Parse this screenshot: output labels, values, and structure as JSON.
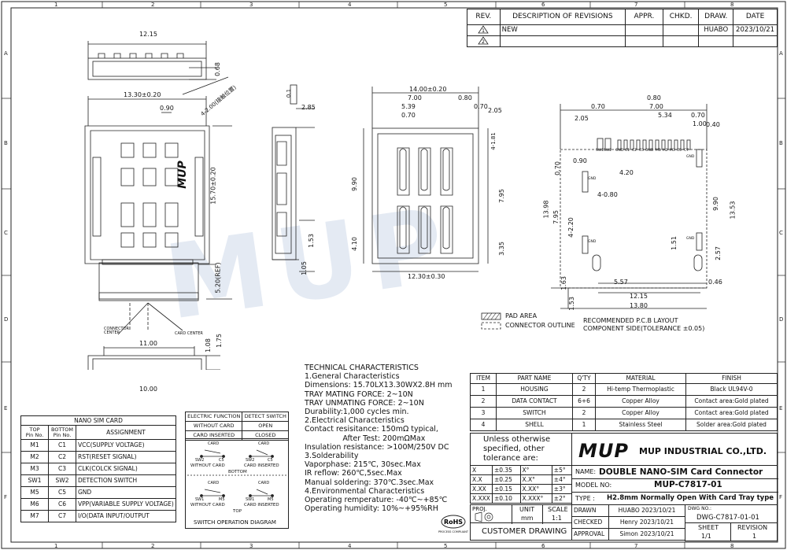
{
  "revision_table": {
    "headers": [
      "REV.",
      "DESCRIPTION OF REVISIONS",
      "APPR.",
      "CHKD.",
      "DRAW.",
      "DATE"
    ],
    "rows": [
      {
        "rev": "1",
        "description": "NEW",
        "appr": "",
        "chkd": "",
        "draw": "HUABO",
        "date": "2023/10/21"
      },
      {
        "rev": "2",
        "description": "",
        "appr": "",
        "chkd": "",
        "draw": "",
        "date": ""
      }
    ]
  },
  "zones": {
    "columns": [
      "1",
      "2",
      "3",
      "4",
      "5",
      "6",
      "7",
      "8"
    ],
    "rows": [
      "A",
      "B",
      "C",
      "D",
      "E",
      "F"
    ]
  },
  "watermark": "MUP",
  "dimensions": {
    "top_view": {
      "width": "12.15",
      "height": "0.68"
    },
    "front_view": {
      "width": "13.30±0.20",
      "pad": "0.90",
      "length": "15.70±0.20",
      "ref": "5.20(REF)",
      "pin_note": "4-2.00(接触位置)"
    },
    "side_view": {
      "flat": "0.1",
      "thick": "2.85",
      "d1": "1.53",
      "d2": "1.05"
    },
    "card_labels": {
      "connector_center": "CONNECTOR\nCENTER",
      "card_center": "CARD CENTER"
    },
    "bottom_view": {
      "w1": "11.00",
      "w2": "10.00",
      "h1": "1.08",
      "h2": "1.75"
    },
    "pad_view": {
      "top": [
        "14.00±0.20",
        "7.00",
        "5.39",
        "0.70",
        "0.80",
        "0.70",
        "2.05"
      ],
      "right": [
        "4-1.81",
        "7.95",
        "3.35"
      ],
      "left": [
        "9.90",
        "4.10"
      ],
      "bottom": "12.30±0.30"
    },
    "pcb_view": {
      "top": [
        "0.80",
        "0.70",
        "7.00",
        "5.34",
        "0.70",
        "0.40",
        "2.05",
        "1.00"
      ],
      "pins": [
        "SW1",
        "SW2",
        "GND",
        "C1",
        "C2",
        "C3",
        "GND",
        "M1",
        "M2",
        "M3",
        "C5",
        "C7"
      ],
      "inner": [
        "0.90",
        "4.20",
        "4-0.80",
        "4-2.20"
      ],
      "left": [
        "0.70",
        "13.98",
        "7.95"
      ],
      "right": [
        "9.90",
        "13.53",
        "1.51",
        "2.57"
      ],
      "bottom": [
        "1.63",
        "1.53",
        "5.57",
        "12.15",
        "0.46",
        "13.80"
      ],
      "gnd": "GND"
    }
  },
  "legend": {
    "pad_area": "PAD AREA",
    "connector_outline": "CONNECTOR OUTLINE",
    "layout_title": "RECOMMENDED P.C.B LAYOUT",
    "layout_sub": "COMPONENT SIDE(TOLERANCE ±0.05)"
  },
  "technical": [
    "TECHNICAL CHARACTERISTICS",
    "1.General Characteristics",
    "Dimensions: 15.70LX13.30WX2.8H mm",
    "TRAY MATING FORCE: 2~10N",
    "TRAY UNMATING FORCE: 2~10N",
    "Durability:1,000 cycles min.",
    "2.Electrical Characteristics",
    "Contact resisitance: 150mΩ typical,",
    "                After Test: 200mΩMax",
    "Insulation resistance: >100M/250V DC",
    "3.Solderability",
    "Vaporphase: 215℃,  30sec.Max",
    "IR reflow: 260℃,5sec.Max",
    "Manual soldering: 370℃.3sec.Max",
    "4.Environmental Characteristics",
    "Operating remperature: -40℃~+85℃",
    "Operating humidity: 10%~+95%RH"
  ],
  "sim_table": {
    "title": "NANO SIM CARD",
    "headers": [
      "TOP\nPin No.",
      "BOTTOM\nPin No.",
      "ASSIGNMENT"
    ],
    "rows": [
      [
        "M1",
        "C1",
        "VCC(SUPPLY VOLTAGE)"
      ],
      [
        "M2",
        "C2",
        "RST(RESET SIGNAL)"
      ],
      [
        "M3",
        "C3",
        "CLK(COLCK SIGNAL)"
      ],
      [
        "SW1",
        "SW2",
        "DETECTION SWITCH"
      ],
      [
        "M5",
        "C5",
        "GND"
      ],
      [
        "M6",
        "C6",
        "VPP(VARIABLE SUPPLY VOLTAGE)"
      ],
      [
        "M7",
        "C7",
        "I/O(DATA INPUT/OUTPUT"
      ]
    ]
  },
  "switch_table": {
    "headers": [
      "ELECTRIC FUNCTION",
      "DETECT SWITCH"
    ],
    "rows": [
      [
        "WITHOUT CARD",
        "OPEN"
      ],
      [
        "CARD INSERTED",
        "CLOSED"
      ]
    ],
    "card": "CARD",
    "bottom": {
      "sw2": "SW2",
      "c5": "C5",
      "without": "WITHOUT CARD",
      "inserted": "CARD INSERTED",
      "label": "BOTTOM"
    },
    "top": {
      "sw1": "SW1",
      "m5": "M5",
      "without": "WITHOUT CARD",
      "inserted": "CARD INSERTED",
      "label": "TOP"
    },
    "caption": "SWITCH OPERATION DIAGRAM"
  },
  "parts_table": {
    "headers": [
      "ITEM",
      "PART NAME",
      "Q'TY",
      "MATERIAL",
      "FINISH"
    ],
    "rows": [
      [
        "1",
        "HOUSING",
        "2",
        "Hi-temp Thermoplastic",
        "Black UL94V-0"
      ],
      [
        "2",
        "DATA CONTACT",
        "6+6",
        "Copper Alloy",
        "Contact area:Gold plated"
      ],
      [
        "3",
        "SWITCH",
        "2",
        "Copper Alloy",
        "Contact area:Gold plated"
      ],
      [
        "4",
        "SHELL",
        "1",
        "Stainless Steel",
        "Solder area:Gold plated"
      ]
    ]
  },
  "tolerance": {
    "note": [
      "Unless otherwise",
      "specified, other",
      "tolerance are:"
    ],
    "rows": [
      [
        "X",
        "±0.35",
        "X°",
        "±5°"
      ],
      [
        "X.X",
        "±0.25",
        "X.X°",
        "±4°"
      ],
      [
        "X.XX",
        "±0.15",
        "X.XX°",
        "±3°"
      ],
      [
        "X.XXX",
        "±0.10",
        "X.XXX°",
        "±2°"
      ]
    ]
  },
  "title_block": {
    "logo": "MUP",
    "company": "MUP INDUSTRIAL CO.,LTD.",
    "name_label": "NAME:",
    "name": "DOUBLE NANO-SIM Card Connector",
    "model_label": "MODEL NO:",
    "model": "MUP-C7817-01",
    "type_label": "TYPE :",
    "type": "H2.8mm Normally Open With Card Tray type",
    "proj_label": "PROJ.",
    "unit_label": "UNIT",
    "unit": "mm",
    "scale_label": "SCALE",
    "scale": "1:1",
    "customer": "CUSTOMER DRAWING",
    "rohs": "RoHS",
    "rohs_sub": "PROCESS COMPLIANT",
    "drawn": [
      "DRAWN",
      "HUABO 2023/10/21"
    ],
    "checked": [
      "CHECKED",
      "Henry 2023/10/21"
    ],
    "approval": [
      "APPROVAL",
      "Simon 2023/10/21"
    ],
    "dwg_no_label": "DWG NO.:",
    "dwg_no": "DWG-C7817-01-01",
    "sheet_label": "SHEET",
    "sheet": "1/1",
    "revision_label": "REVISION",
    "revision": "1"
  }
}
